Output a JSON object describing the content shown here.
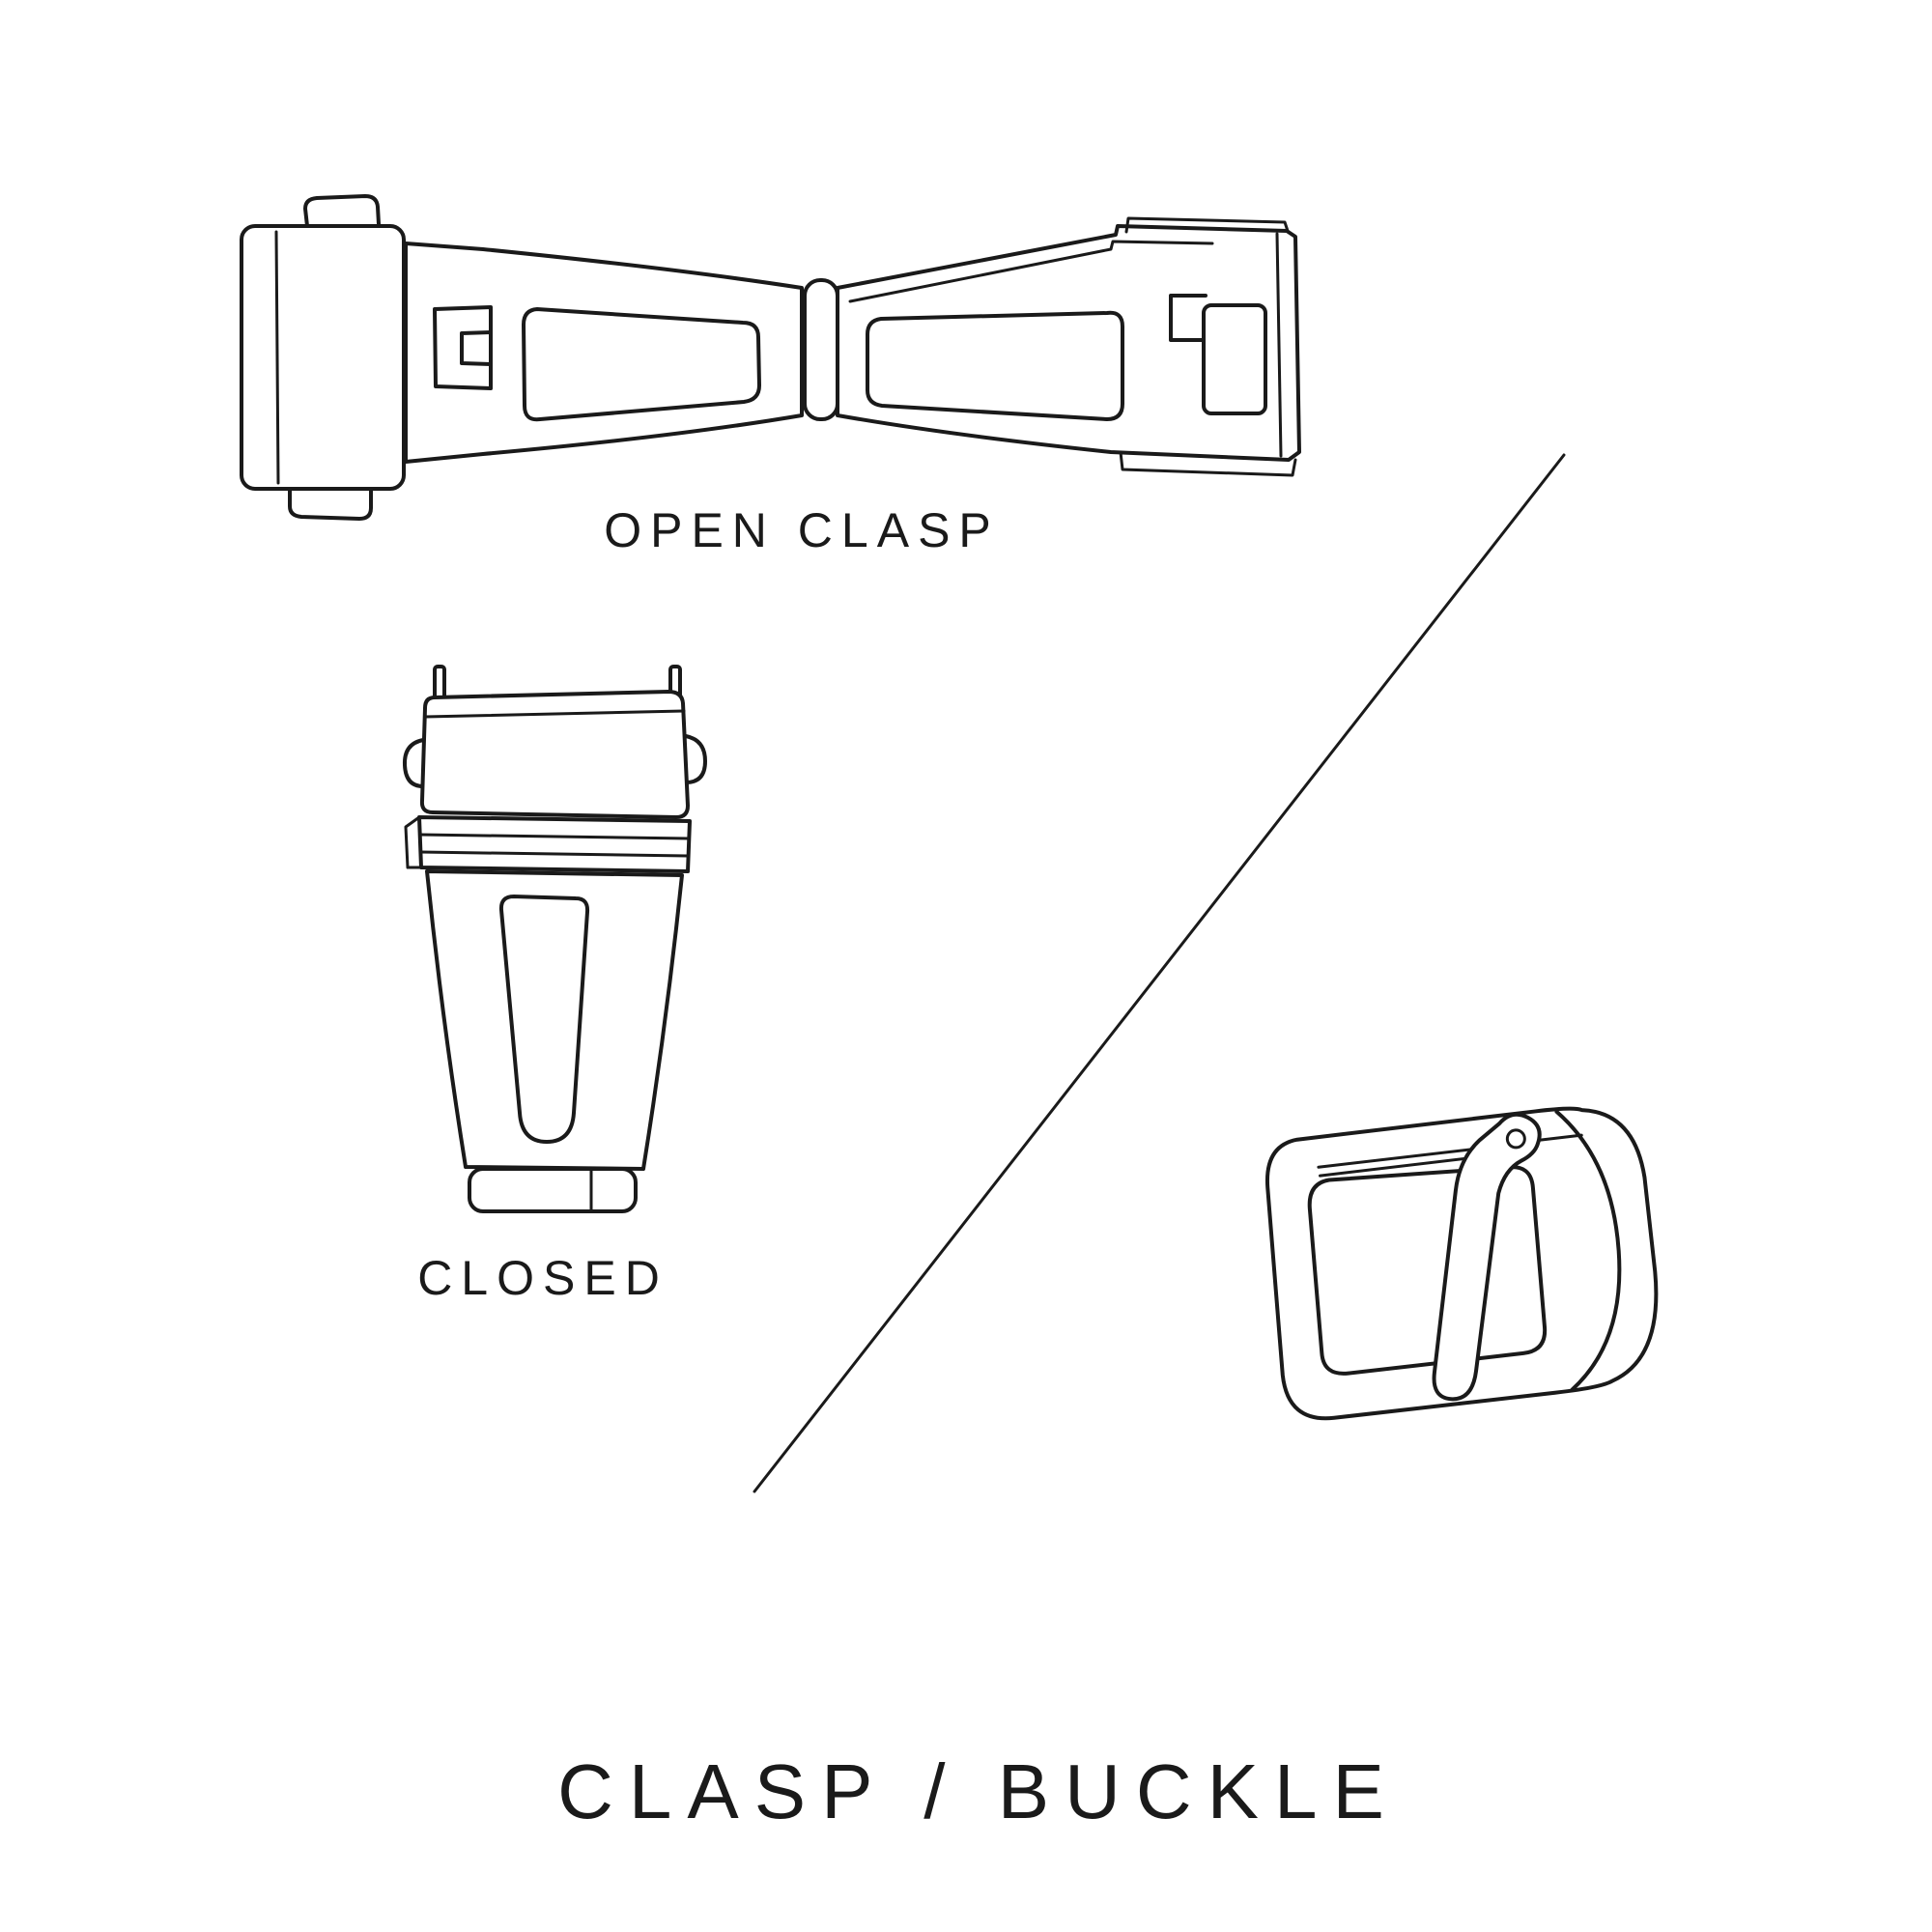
{
  "page": {
    "background_color": "#ffffff",
    "ink_color": "#1a1a1a"
  },
  "labels": {
    "open_clasp": "OPEN CLASP",
    "closed": "CLOSED",
    "title": "CLASP / BUCKLE"
  },
  "illustrations": [
    {
      "icon": "open-clasp-icon"
    },
    {
      "icon": "closed-clasp-icon"
    },
    {
      "icon": "pin-buckle-icon"
    }
  ]
}
